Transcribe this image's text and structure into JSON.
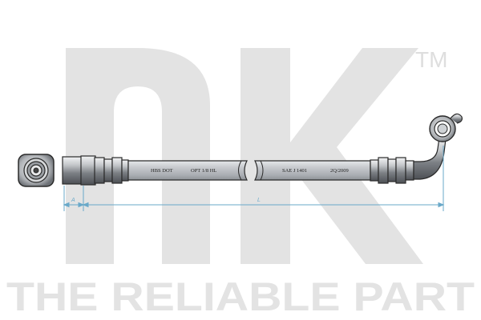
{
  "brand": {
    "trademark": "TM",
    "tagline": "THE RELIABLE PART",
    "watermark_color": "#e3e3e3"
  },
  "hose": {
    "markings": [
      "HBS DOT",
      "OPT 1/8 HL",
      "SAE J 1401",
      "2Q/2009"
    ],
    "body_color": "#b9bcc0",
    "outline_color": "#2a2a2a"
  },
  "dimensions": {
    "short_label": "A",
    "length_label": "L",
    "line_color": "#6aa9c9"
  }
}
